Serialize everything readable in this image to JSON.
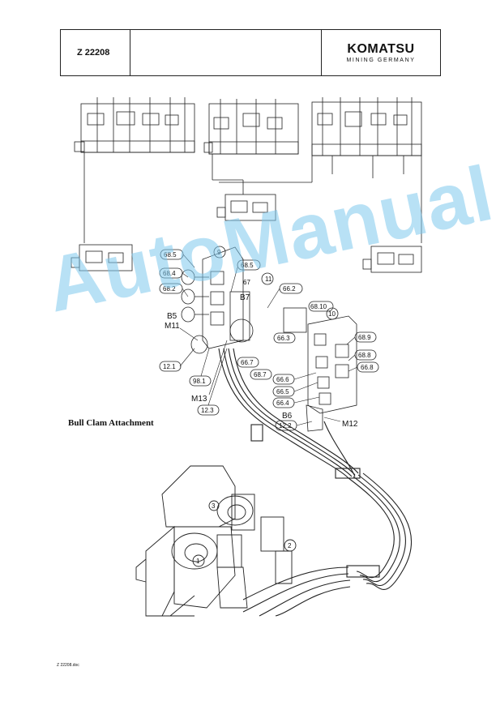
{
  "header": {
    "code": "Z 22208",
    "brand": "KOMATSU",
    "brand_sub": "MINING GERMANY"
  },
  "caption": "Bull Clam Attachment",
  "footer": "Z 22208.doc",
  "watermark": "AutoManual",
  "labels": {
    "c9": "9",
    "c11": "11",
    "c10": "10",
    "l68_5a": "68.5",
    "l68_4": "68.4",
    "l68_2": "68.2",
    "l68_5b": "68.5",
    "l67": "67",
    "lB7": "B7",
    "l66_2": "66.2",
    "lB5": "B5",
    "lM11": "M11",
    "l68_10": "68.10",
    "l68_9": "68.9",
    "l66_3": "66.3",
    "l68_8a": "68.8",
    "l66_8": "66.8",
    "l66_7": "66.7",
    "l68_7": "68.7",
    "l12_1": "12.1",
    "l98_1": "98.1",
    "l66_6": "66.6",
    "l66_5": "66.5",
    "l66_4": "66.4",
    "lM13": "M13",
    "lB6": "B6",
    "l12_3": "12.3",
    "l12_2": "12.2",
    "lM12": "M12",
    "n1": "1",
    "n2": "2",
    "n3": "3"
  }
}
